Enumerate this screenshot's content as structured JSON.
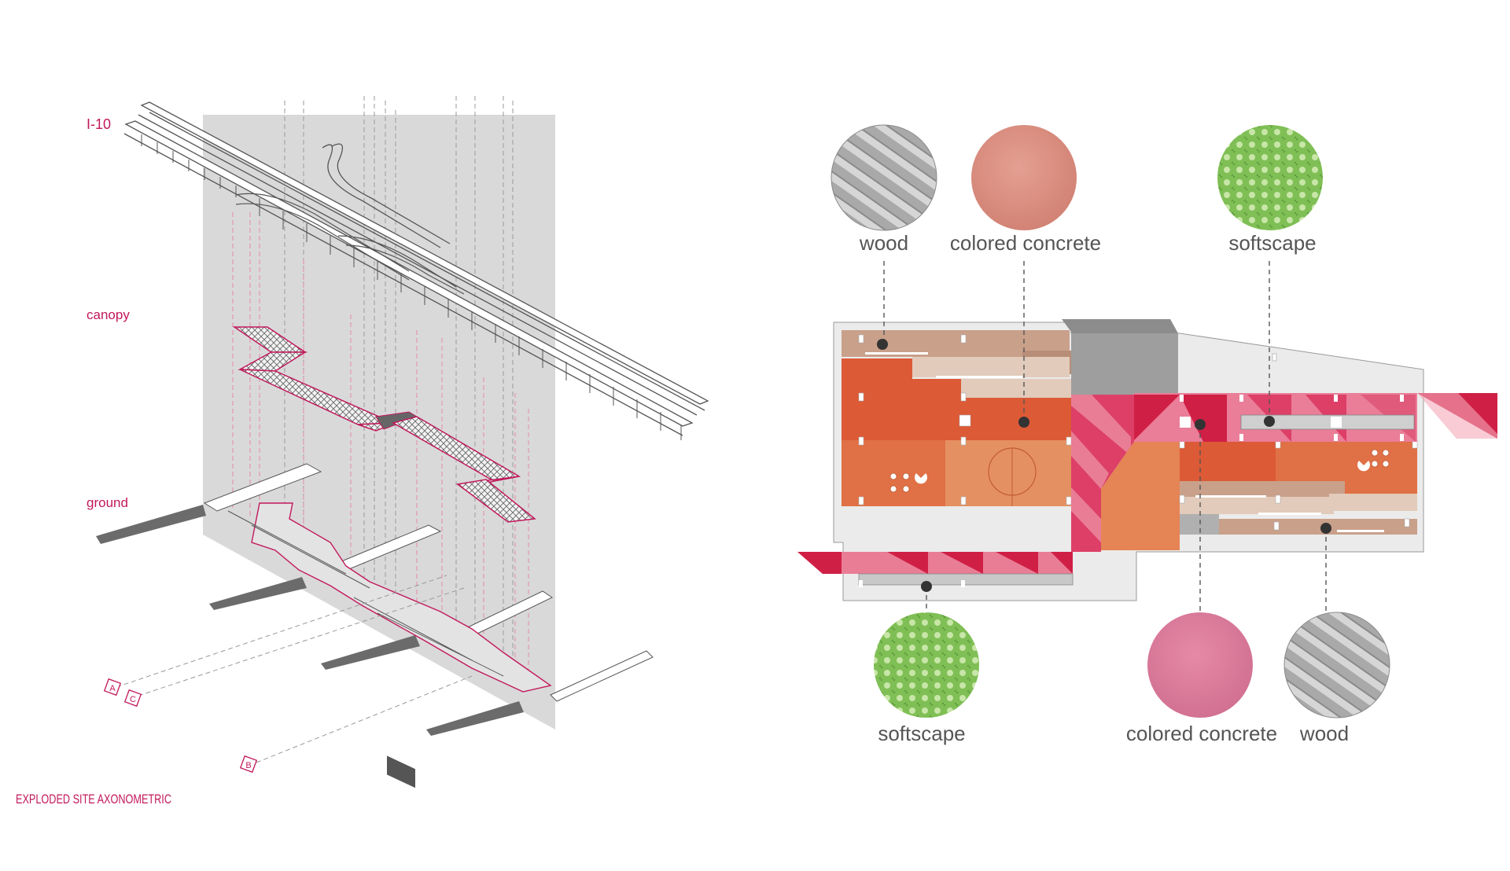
{
  "axon": {
    "level_labels": {
      "i10": "I-10",
      "canopy": "canopy",
      "ground": "ground"
    },
    "section_markers": {
      "a": "A",
      "c": "C",
      "b": "B"
    },
    "caption": "EXPLODED SITE AXONOMETRIC"
  },
  "plan": {
    "materials_top": {
      "wood": "wood",
      "colored_concrete": "colored concrete",
      "softscape": "softscape"
    },
    "materials_bottom": {
      "softscape": "softscape",
      "colored_concrete": "colored concrete",
      "wood": "wood"
    }
  },
  "colors": {
    "accent_magenta": "#c2185b",
    "label_gray": "#555555",
    "orange": "#dc5a36",
    "light_orange": "#e59062",
    "pink": "#dd3f67",
    "light_pink": "#e97d96",
    "crimson": "#d01f45",
    "tan": "#c9a08a",
    "cream": "#e2cbbb",
    "panel_gray": "#d6d6d6"
  }
}
